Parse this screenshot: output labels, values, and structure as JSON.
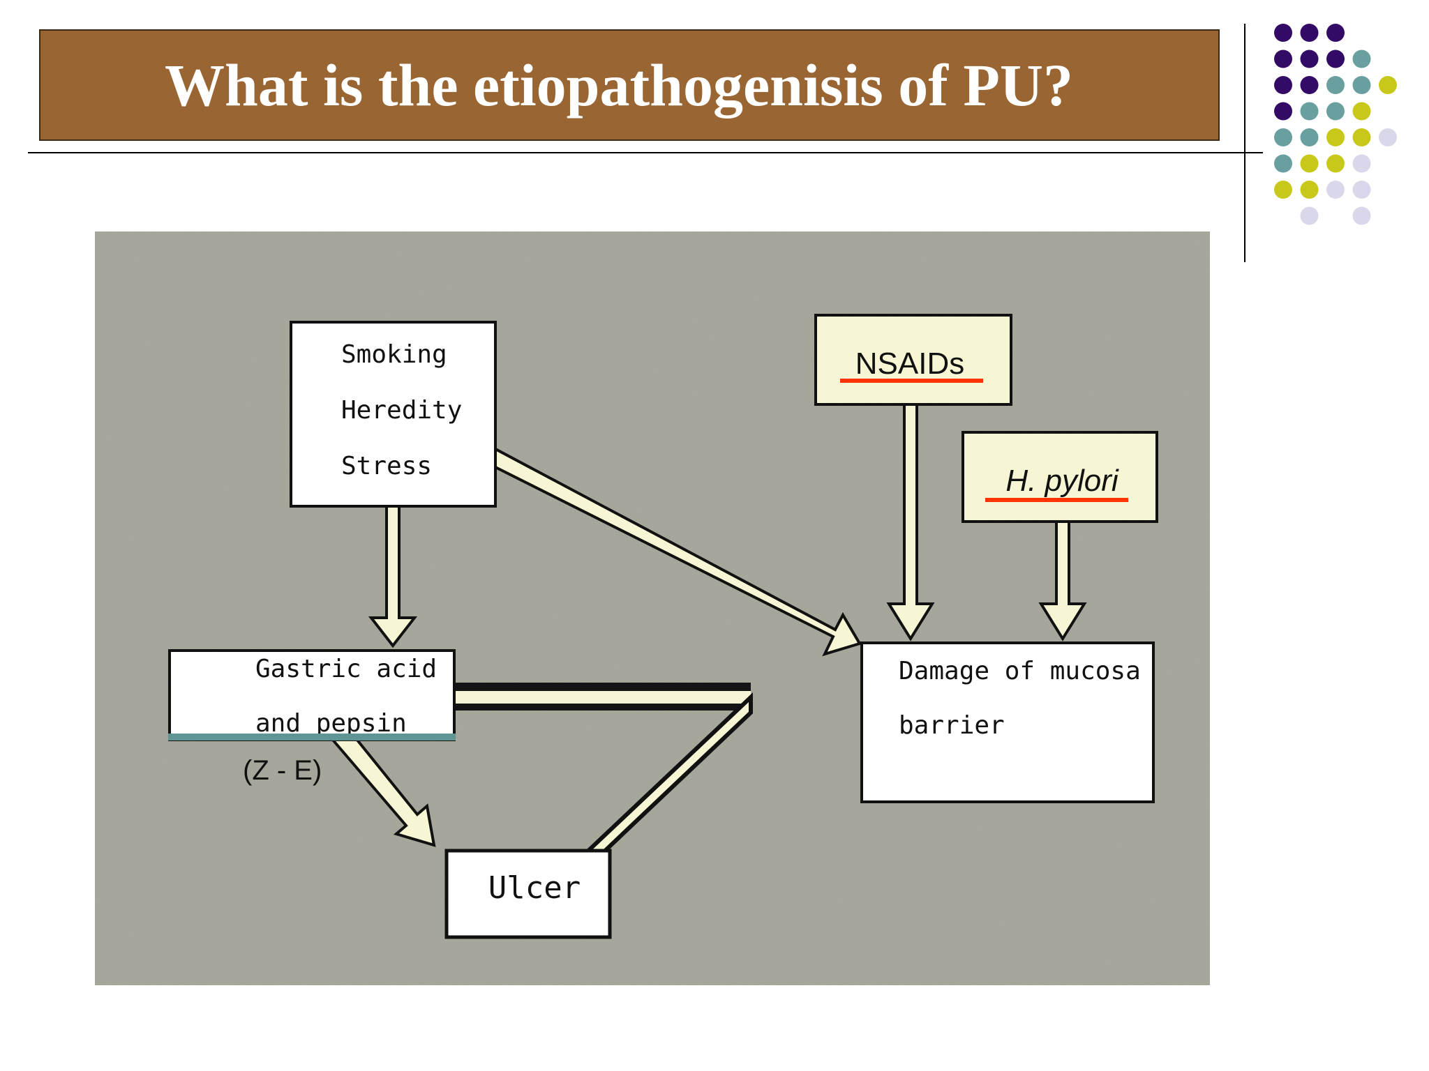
{
  "slide": {
    "title": "What is the etiopathogenisis of PU?"
  },
  "diagram": {
    "risk_lines": [
      "Smoking",
      "Heredity",
      "Stress"
    ],
    "nsaids": "NSAIDs",
    "hpylori": "H. pylori",
    "gastric_line1": "Gastric acid",
    "gastric_line2": "and pepsin",
    "ze": "(Z - E)",
    "damage_line1": "Damage of mucosa",
    "damage_line2": "barrier",
    "ulcer": "Ulcer"
  },
  "colors": {
    "title_bar": "#996633",
    "diagram_bg": "#a9a99e",
    "box_fill": "#f6f6d4",
    "underline_red": "#ff3300",
    "underline_teal": "#5f9595",
    "dot_purple": "#330a66",
    "dot_teal": "#6a9fa0",
    "dot_yellow": "#c8c81a",
    "dot_lavender": "#d8d8ea"
  }
}
